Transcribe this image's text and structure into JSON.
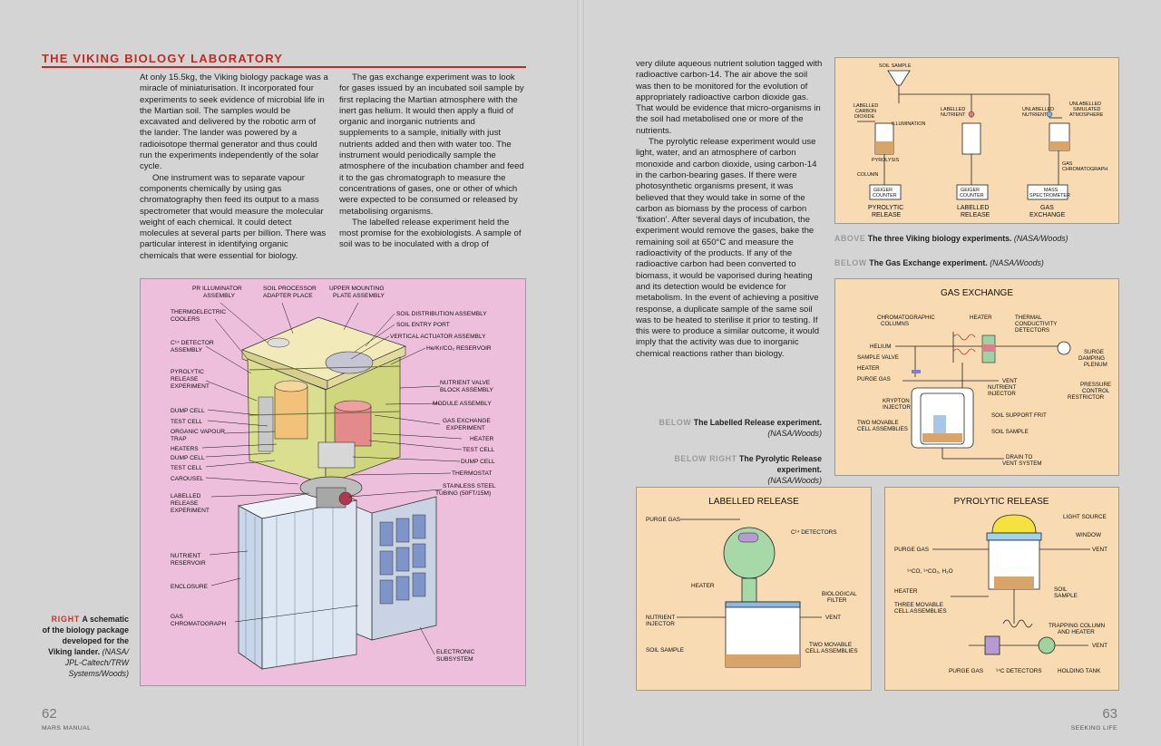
{
  "left_page": {
    "section_title": "THE VIKING BIOLOGY LABORATORY",
    "col1": [
      "At only 15.5kg, the Viking biology package was a miracle of miniaturisation. It incorporated four experiments to seek evidence of microbial life in the Martian soil. The samples would be excavated and delivered by the robotic arm of the lander. The lander was powered by a radioisotope thermal generator and thus could run the experiments independently of the solar cycle.",
      "One instrument was to separate vapour components chemically by using gas chromatography then feed its output to a mass spectrometer that would measure the molecular weight of each chemical. It could detect molecules at several parts per billion. There was particular interest in identifying organic chemicals that were essential for biology."
    ],
    "col2": [
      "The gas exchange experiment was to look for gases issued by an incubated soil sample by first replacing the Martian atmosphere with the inert gas helium. It would then apply a fluid of organic and inorganic nutrients and supplements to a sample, initially with just nutrients added and then with water too. The instrument would periodically sample the atmosphere of the incubation chamber and feed it to the gas chromatograph to measure the concentrations of gases, one or other of which were expected to be consumed or released by metabolising organisms.",
      "The labelled release experiment held the most promise for the exobiologists. A sample of soil was to be inoculated with a drop of"
    ],
    "caption": {
      "lead": "RIGHT",
      "text": "A schematic of the biology package developed for the Viking lander.",
      "source": "(NASA/ JPL-Caltech/TRW Systems/Woods)"
    },
    "page_number": "62",
    "footer": "MARS MANUAL",
    "schematic_labels": {
      "pr_illuminator": [
        "PR ILLUMINATOR",
        "ASSEMBLY"
      ],
      "soil_processor": [
        "SOIL PROCESSOR",
        "ADAPTER PLACE"
      ],
      "upper_mounting": [
        "UPPER MOUNTING",
        "PLATE ASSEMBLY"
      ],
      "thermoelectric": [
        "THERMOELECTRIC",
        "COOLERS"
      ],
      "c14_detector": [
        "C¹⁴ DETECTOR",
        "ASSEMBLY"
      ],
      "pyrolytic_release": [
        "PYROLYTIC",
        "RELEASE",
        "EXPERIMENT"
      ],
      "dump_cell_1": "DUMP CELL",
      "test_cell_1": "TEST CELL",
      "organic_vapour": [
        "ORGANIC VAPOUR",
        "TRAP"
      ],
      "heaters": "HEATERS",
      "dump_cell_2": "DUMP CELL",
      "test_cell_2": "TEST CELL",
      "carousel": "CAROUSEL",
      "labelled_release": [
        "LABELLED",
        "RELEASE",
        "EXPERIMENT"
      ],
      "nutrient_reservoir": [
        "NUTRIENT",
        "RESERVOIR"
      ],
      "enclosure": "ENCLOSURE",
      "gas_chromatograph": [
        "GAS",
        "CHROMATOGRAPH"
      ],
      "soil_distribution": "SOIL DISTRIBUTION ASSEMBLY",
      "soil_entry": "SOIL ENTRY PORT",
      "vertical_actuator": "VERTICAL ACTUATOR ASSEMBLY",
      "he_kr_co2": "He/Kr/CO₂ RESERVOIR",
      "nutrient_valve": [
        "NUTRIENT VALVE",
        "BLOCK ASSEMBLY"
      ],
      "module_assembly": "MODULE ASSEMBLY",
      "gas_exchange_exp": [
        "GAS EXCHANGE",
        "EXPERIMENT"
      ],
      "heater_r": "HEATER",
      "test_cell_r": "TEST CELL",
      "dump_cell_r": "DUMP CELL",
      "thermostat": "THERMOSTAT",
      "stainless_steel": [
        "STAINLESS STEEL",
        "TUBING (50FT/15M)"
      ],
      "electronic_subsystem": [
        "ELECTRONIC",
        "SUBSYSTEM"
      ]
    }
  },
  "right_page": {
    "col3": [
      "very dilute aqueous nutrient solution tagged with radioactive carbon-14. The air above the soil was then to be monitored for the evolution of appropriately radioactive carbon dioxide gas. That would be evidence that micro-organisms in the soil had metabolised one or more of the nutrients.",
      "The pyrolytic release experiment would use light, water, and an atmosphere of carbon monoxide and carbon dioxide, using carbon-14 in the carbon-bearing gases. If there were photosynthetic organisms present, it was believed that they would take in some of the carbon as biomass by the process of carbon ‘fixation’. After several days of incubation, the experiment would remove the gases, bake the remaining soil at 650°C and measure the radioactivity of the products. If any of the radioactive carbon had been converted to biomass, it would be vaporised during heating and its detection would be evidence for metabolism. In the event of achieving a positive response, a duplicate sample of the same soil was to be heated to sterilise it prior to testing. If this were to produce a similar outcome, it would imply that the activity was due to inorganic chemical reactions rather than biology."
    ],
    "caption_below": {
      "lead": "BELOW",
      "text": "The Labelled Release experiment.",
      "source": "(NASA/Woods)"
    },
    "caption_below_right": {
      "lead": "BELOW RIGHT",
      "text": "The Pyrolytic Release experiment.",
      "source": "(NASA/Woods)"
    },
    "caption_above": {
      "lead": "ABOVE",
      "text": "The three Viking biology experiments.",
      "source": "(NASA/Woods)"
    },
    "caption_below_ge": {
      "lead": "BELOW",
      "text": "The Gas Exchange experiment.",
      "source": "(NASA/Woods)"
    },
    "page_number": "63",
    "footer": "SEEKING LIFE",
    "three_experiments": {
      "soil_sample": "SOIL SAMPLE",
      "labelled_co2": [
        "LABELLED",
        "CARBON",
        "DIOXIDE"
      ],
      "illumination": "ILLUMINATION",
      "labelled_nutrient": [
        "LABELLED",
        "NUTRIENT"
      ],
      "unlabelled_nutrient": [
        "UNLABELLED",
        "NUTRIENT"
      ],
      "unlabelled_atmosphere": [
        "UNLABELLED",
        "SIMULATED",
        "ATMOSPHERE"
      ],
      "pyrolysis": "PYROLYSIS",
      "column": "COLUMN",
      "gas_chromatograph": [
        "GAS",
        "CHROMATOGRAPH"
      ],
      "geiger1": [
        "GEIGER",
        "COUNTER"
      ],
      "geiger2": [
        "GEIGER",
        "COUNTER"
      ],
      "mass_spec": [
        "MASS",
        "SPECTROMETER"
      ],
      "pyrolytic_release": [
        "PYROLYTIC",
        "RELEASE"
      ],
      "labelled_release": [
        "LABELLED",
        "RELEASE"
      ],
      "gas_exchange": [
        "GAS",
        "EXCHANGE"
      ]
    },
    "gas_exchange": {
      "title": "GAS EXCHANGE",
      "chrom_columns": [
        "CHROMATOGRAPHIC",
        "COLUMNS"
      ],
      "heater_top": "HEATER",
      "thermal_cond": [
        "THERMAL",
        "CONDUCTIVITY",
        "DETECTORS"
      ],
      "helium": "HELIUM",
      "sample_valve": "SAMPLE VALVE",
      "heater": "HEATER",
      "purge_gas": "PURGE GAS",
      "surge": [
        "SURGE",
        "DAMPING",
        "PLENUM"
      ],
      "vent": "VENT",
      "nutrient_injector": [
        "NUTRIENT",
        "INJECTOR"
      ],
      "pressure_control": [
        "PRESSURE",
        "CONTROL",
        "RESTRICTOR"
      ],
      "krypton": [
        "KRYPTON",
        "INJECTOR"
      ],
      "soil_support": "SOIL SUPPORT FRIT",
      "two_movable": [
        "TWO MOVABLE",
        "CELL ASSEMBLIES"
      ],
      "soil_sample": "SOIL SAMPLE",
      "drain": [
        "DRAIN TO",
        "VENT SYSTEM"
      ]
    },
    "labelled_release": {
      "title": "LABELLED RELEASE",
      "purge_gas": "PURGE GAS",
      "c14_detectors": "C¹⁴ DETECTORS",
      "heater": "HEATER",
      "bio_filter": [
        "BIOLOGICAL",
        "FILTER"
      ],
      "nutrient_injector": [
        "NUTRIENT",
        "INJECTOR"
      ],
      "vent": "VENT",
      "soil_sample": "SOIL SAMPLE",
      "two_movable": [
        "TWO MOVABLE",
        "CELL ASSEMBLIES"
      ]
    },
    "pyrolytic_release": {
      "title": "PYROLYTIC RELEASE",
      "light_source": "LIGHT SOURCE",
      "window": "WINDOW",
      "purge_gas": "PURGE GAS",
      "vent": "VENT",
      "gases": "¹⁴CO, ¹⁴CO₂, H₂O",
      "heater": "HEATER",
      "soil_sample": [
        "SOIL",
        "SAMPLE"
      ],
      "three_movable": [
        "THREE MOVABLE",
        "CELL ASSEMBLIES"
      ],
      "trapping": [
        "TRAPPING COLUMN",
        "AND HEATER"
      ],
      "vent2": "VENT",
      "purge_gas2": "PURGE GAS",
      "c14_detectors": "¹⁴C DETECTORS",
      "holding_tank": "HOLDING TANK"
    }
  }
}
